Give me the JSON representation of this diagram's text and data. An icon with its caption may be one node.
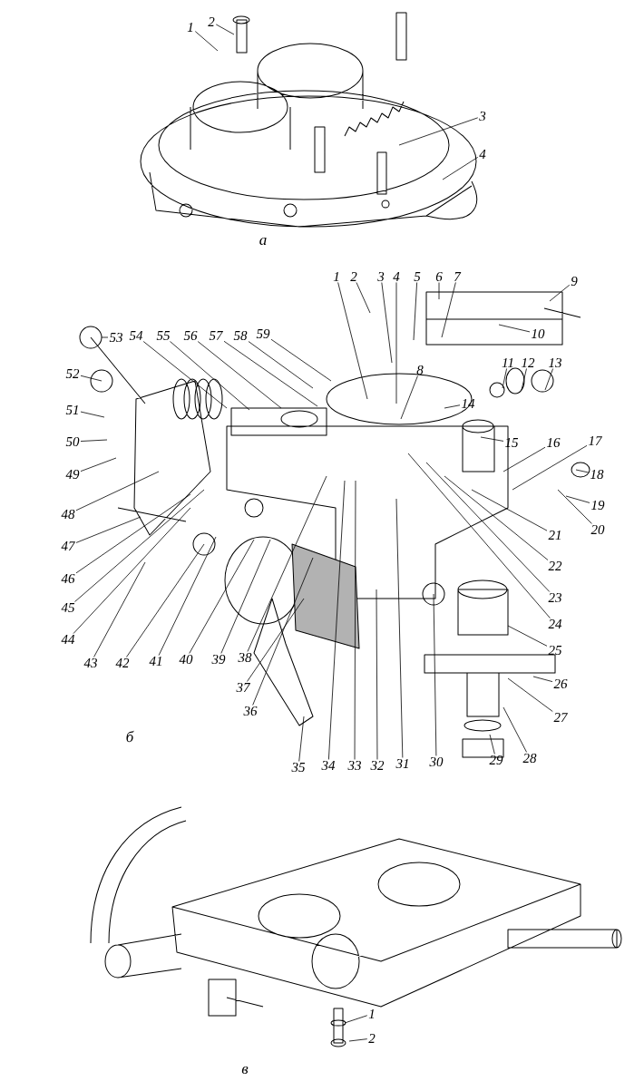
{
  "diagram": {
    "nodes": [
      {
        "text": [
          "1"
        ]
      },
      {
        "text": [
          "2"
        ]
      },
      {
        "text": [
          "3"
        ]
      },
      {
        "text": [
          "4"
        ]
      },
      {
        "text": [
          "1"
        ]
      },
      {
        "text": [
          "2"
        ]
      },
      {
        "text": [
          "3"
        ]
      },
      {
        "text": [
          "4"
        ]
      },
      {
        "text": [
          "5"
        ]
      },
      {
        "text": [
          "6"
        ]
      },
      {
        "text": [
          "7"
        ]
      },
      {
        "text": [
          "8"
        ]
      },
      {
        "text": [
          "9"
        ]
      },
      {
        "text": [
          "10"
        ]
      },
      {
        "text": [
          "11"
        ]
      },
      {
        "text": [
          "12"
        ]
      },
      {
        "text": [
          "13"
        ]
      },
      {
        "text": [
          "14"
        ]
      },
      {
        "text": [
          "15"
        ]
      },
      {
        "text": [
          "16"
        ]
      },
      {
        "text": [
          "17"
        ]
      },
      {
        "text": [
          "18"
        ]
      },
      {
        "text": [
          "19"
        ]
      },
      {
        "text": [
          "20"
        ]
      },
      {
        "text": [
          "21"
        ]
      },
      {
        "text": [
          "22"
        ]
      },
      {
        "text": [
          "23"
        ]
      },
      {
        "text": [
          "24"
        ]
      },
      {
        "text": [
          "25"
        ]
      },
      {
        "text": [
          "26"
        ]
      },
      {
        "text": [
          "27"
        ]
      },
      {
        "text": [
          "28"
        ]
      },
      {
        "text": [
          "29"
        ]
      },
      {
        "text": [
          "30"
        ]
      },
      {
        "text": [
          "31"
        ]
      },
      {
        "text": [
          "32"
        ]
      },
      {
        "text": [
          "33"
        ]
      },
      {
        "text": [
          "34"
        ]
      },
      {
        "text": [
          "35"
        ]
      },
      {
        "text": [
          "36"
        ]
      },
      {
        "text": [
          "37"
        ]
      },
      {
        "text": [
          "38"
        ]
      },
      {
        "text": [
          "39"
        ]
      },
      {
        "text": [
          "40"
        ]
      },
      {
        "text": [
          "41"
        ]
      },
      {
        "text": [
          "42"
        ]
      },
      {
        "text": [
          "43"
        ]
      },
      {
        "text": [
          "44"
        ]
      },
      {
        "text": [
          "45"
        ]
      },
      {
        "text": [
          "46"
        ]
      },
      {
        "text": [
          "47"
        ]
      },
      {
        "text": [
          "48"
        ]
      },
      {
        "text": [
          "49"
        ]
      },
      {
        "text": [
          "50"
        ]
      },
      {
        "text": [
          "51"
        ]
      },
      {
        "text": [
          "52"
        ]
      },
      {
        "text": [
          "53"
        ]
      },
      {
        "text": [
          "54"
        ]
      },
      {
        "text": [
          "55"
        ]
      },
      {
        "text": [
          "56"
        ]
      },
      {
        "text": [
          "57"
        ]
      },
      {
        "text": [
          "58"
        ]
      },
      {
        "text": [
          "59"
        ]
      },
      {
        "text": [
          "1"
        ]
      },
      {
        "text": [
          "2"
        ]
      }
    ],
    "edges": [
      {
        "from": 0,
        "to": null,
        "arrow": "none"
      },
      {
        "from": 1,
        "to": null,
        "arrow": "none"
      },
      {
        "from": 2,
        "to": null,
        "arrow": "none"
      },
      {
        "from": 3,
        "to": null,
        "arrow": "none"
      },
      {
        "from": 4,
        "to": null,
        "arrow": "none"
      },
      {
        "from": 5,
        "to": null,
        "arrow": "none"
      },
      {
        "from": 6,
        "to": null,
        "arrow": "none"
      },
      {
        "from": 7,
        "to": null,
        "arrow": "none"
      },
      {
        "from": 8,
        "to": null,
        "arrow": "none"
      },
      {
        "from": 9,
        "to": null,
        "arrow": "none"
      },
      {
        "from": 10,
        "to": null,
        "arrow": "none"
      },
      {
        "from": 11,
        "to": null,
        "arrow": "none"
      },
      {
        "from": 12,
        "to": null,
        "arrow": "none"
      },
      {
        "from": 13,
        "to": null,
        "arrow": "none"
      },
      {
        "from": 14,
        "to": null,
        "arrow": "none"
      },
      {
        "from": 15,
        "to": null,
        "arrow": "none"
      },
      {
        "from": 16,
        "to": null,
        "arrow": "none"
      },
      {
        "from": 17,
        "to": null,
        "arrow": "none"
      },
      {
        "from": 18,
        "to": null,
        "arrow": "none"
      },
      {
        "from": 19,
        "to": null,
        "arrow": "none"
      },
      {
        "from": 20,
        "to": null,
        "arrow": "none"
      },
      {
        "from": 21,
        "to": null,
        "arrow": "none"
      },
      {
        "from": 22,
        "to": null,
        "arrow": "none"
      },
      {
        "from": 23,
        "to": null,
        "arrow": "none"
      },
      {
        "from": 24,
        "to": null,
        "arrow": "none"
      },
      {
        "from": 25,
        "to": null,
        "arrow": "none"
      },
      {
        "from": 26,
        "to": null,
        "arrow": "none"
      },
      {
        "from": 27,
        "to": null,
        "arrow": "none"
      },
      {
        "from": 28,
        "to": null,
        "arrow": "none"
      },
      {
        "from": 29,
        "to": null,
        "arrow": "none"
      },
      {
        "from": 30,
        "to": null,
        "arrow": "none"
      },
      {
        "from": 31,
        "to": null,
        "arrow": "none"
      },
      {
        "from": 32,
        "to": null,
        "arrow": "none"
      },
      {
        "from": 33,
        "to": null,
        "arrow": "none"
      },
      {
        "from": 34,
        "to": null,
        "arrow": "none"
      },
      {
        "from": 35,
        "to": null,
        "arrow": "none"
      },
      {
        "from": 36,
        "to": null,
        "arrow": "none"
      },
      {
        "from": 37,
        "to": null,
        "arrow": "none"
      },
      {
        "from": 38,
        "to": null,
        "arrow": "none"
      },
      {
        "from": 39,
        "to": null,
        "arrow": "none"
      },
      {
        "from": 40,
        "to": null,
        "arrow": "none"
      },
      {
        "from": 41,
        "to": null,
        "arrow": "none"
      },
      {
        "from": 42,
        "to": null,
        "arrow": "none"
      },
      {
        "from": 43,
        "to": null,
        "arrow": "none"
      },
      {
        "from": 44,
        "to": null,
        "arrow": "none"
      },
      {
        "from": 45,
        "to": null,
        "arrow": "none"
      },
      {
        "from": 46,
        "to": null,
        "arrow": "none"
      },
      {
        "from": 47,
        "to": null,
        "arrow": "none"
      },
      {
        "from": 48,
        "to": null,
        "arrow": "none"
      },
      {
        "from": 49,
        "to": null,
        "arrow": "none"
      },
      {
        "from": 50,
        "to": null,
        "arrow": "none"
      },
      {
        "from": 51,
        "to": null,
        "arrow": "none"
      },
      {
        "from": 52,
        "to": null,
        "arrow": "none"
      },
      {
        "from": 53,
        "to": null,
        "arrow": "none"
      },
      {
        "from": 54,
        "to": null,
        "arrow": "none"
      },
      {
        "from": 55,
        "to": null,
        "arrow": "none"
      },
      {
        "from": 56,
        "to": null,
        "arrow": "none"
      },
      {
        "from": 57,
        "to": null,
        "arrow": "none"
      },
      {
        "from": 58,
        "to": null,
        "arrow": "none"
      },
      {
        "from": 59,
        "to": null,
        "arrow": "none"
      },
      {
        "from": 60,
        "to": null,
        "arrow": "none"
      },
      {
        "from": 61,
        "to": null,
        "arrow": "none"
      },
      {
        "from": 62,
        "to": null,
        "arrow": "none"
      },
      {
        "from": 63,
        "to": null,
        "arrow": "none"
      },
      {
        "from": 64,
        "to": null,
        "arrow": "none"
      }
    ],
    "labels": [
      "а",
      "б",
      "в"
    ]
  }
}
